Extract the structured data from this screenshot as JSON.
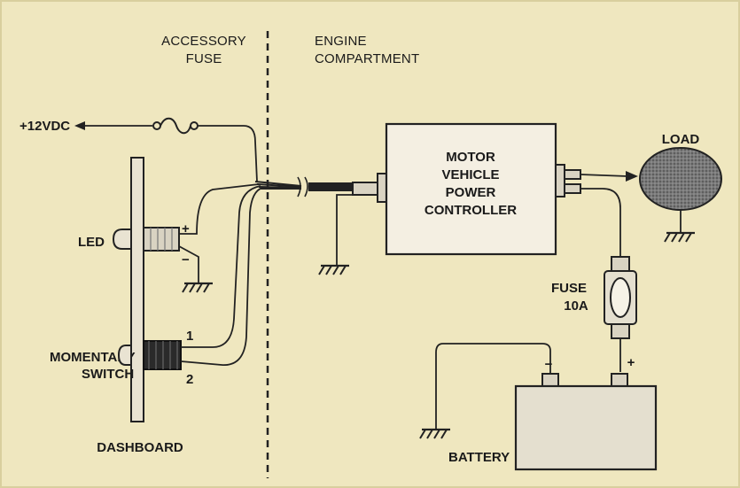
{
  "diagram": {
    "labels": {
      "accessory_fuse_line1": "ACCESSORY",
      "accessory_fuse_line2": "FUSE",
      "engine_line1": "ENGINE",
      "engine_line2": "COMPARTMENT",
      "supply": "+12VDC",
      "led": "LED",
      "led_plus": "+",
      "led_minus": "−",
      "switch_line1": "MOMENTARY",
      "switch_line2": "SWITCH",
      "switch_pin1": "1",
      "switch_pin2": "2",
      "dashboard": "DASHBOARD",
      "controller_line1": "MOTOR",
      "controller_line2": "VEHICLE",
      "controller_line3": "POWER",
      "controller_line4": "CONTROLLER",
      "load": "LOAD",
      "fuse_line1": "FUSE",
      "fuse_line2": "10A",
      "battery": "BATTERY",
      "battery_minus": "−",
      "battery_plus": "+"
    },
    "colors": {
      "background": "#efe7bf",
      "box_fill": "#f4efe2",
      "ink": "#222222",
      "load_fill": "#6f6f6f"
    }
  }
}
